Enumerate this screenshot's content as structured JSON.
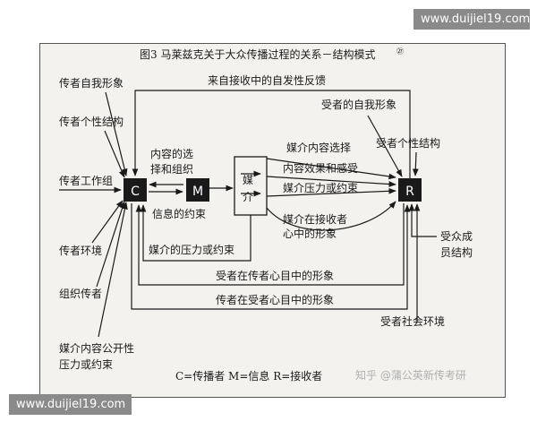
{
  "watermark": {
    "top": "www.duijiel19.com",
    "bottom": "www.duijiel19.com"
  },
  "figure": {
    "title": "图3  马莱兹克关于大众传播过程的关系－结构模式",
    "footnote_mark": "㉗",
    "nodes": {
      "c": "C",
      "m": "M",
      "r": "R",
      "medium": [
        "媒",
        "介"
      ]
    },
    "left_labels": {
      "self_image": "传者自我形象",
      "personality": "传者个性结构",
      "work_group": "传者工作组",
      "environment": "传者环境",
      "organization": "组织传者",
      "public_pressure": [
        "媒介内容公开性",
        "压力或约束"
      ]
    },
    "right_labels": {
      "self_image": "受者的自我形象",
      "personality": "受者个性结构",
      "group": [
        "受众成",
        "员结构"
      ],
      "social_env": "受者社会环境"
    },
    "flow_labels": {
      "feedback": "来自接收中的自发性反馈",
      "selection": [
        "内容的选",
        "择和组织"
      ],
      "info_constraint": "信息的约束",
      "medium_pressure": "媒介的压力或约束",
      "content_choice": "媒介内容选择",
      "effect": "内容效果和感受",
      "pressure": "媒介压力或约束",
      "receiver_image": [
        "媒介在接收者",
        "心中的形象"
      ],
      "receiver_in_sender": "受者在传者心目中的形象",
      "sender_in_receiver": "传者在受者心目中的形象"
    },
    "legend": "C=传播者   M=信息   R=接收者",
    "credit": "知乎 @蒲公英新传考研"
  }
}
